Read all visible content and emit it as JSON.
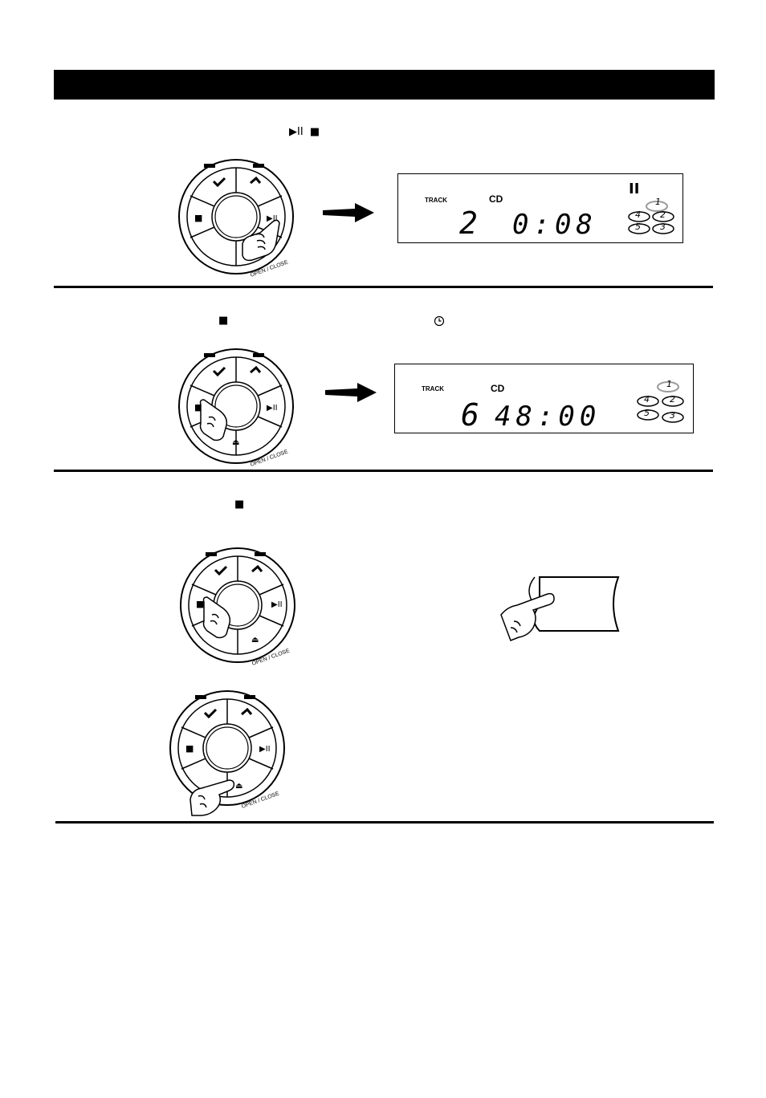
{
  "page": {
    "header_bar_color": "#000000"
  },
  "section1": {
    "instruction_symbols": "▶II  ■",
    "display": {
      "label_track": "TRACK",
      "label_cd": "CD",
      "track_number": "2",
      "time": "0:08",
      "pause_indicator": "II",
      "discs": [
        "1",
        "2",
        "3",
        "4",
        "5"
      ]
    }
  },
  "section2": {
    "instruction_symbol_stop": "■",
    "instruction_symbol_clock": "clock-icon",
    "display": {
      "label_track": "TRACK",
      "label_cd": "CD",
      "track_number": "6",
      "time": "48:00",
      "discs": [
        "1",
        "2",
        "3",
        "4",
        "5"
      ]
    }
  },
  "section3": {
    "instruction_symbol_stop": "■"
  },
  "control_dial": {
    "button_stop": "■",
    "button_play_pause": "▶II",
    "button_eject": "⏏",
    "label_open_close": "OPEN / CLOSE"
  }
}
